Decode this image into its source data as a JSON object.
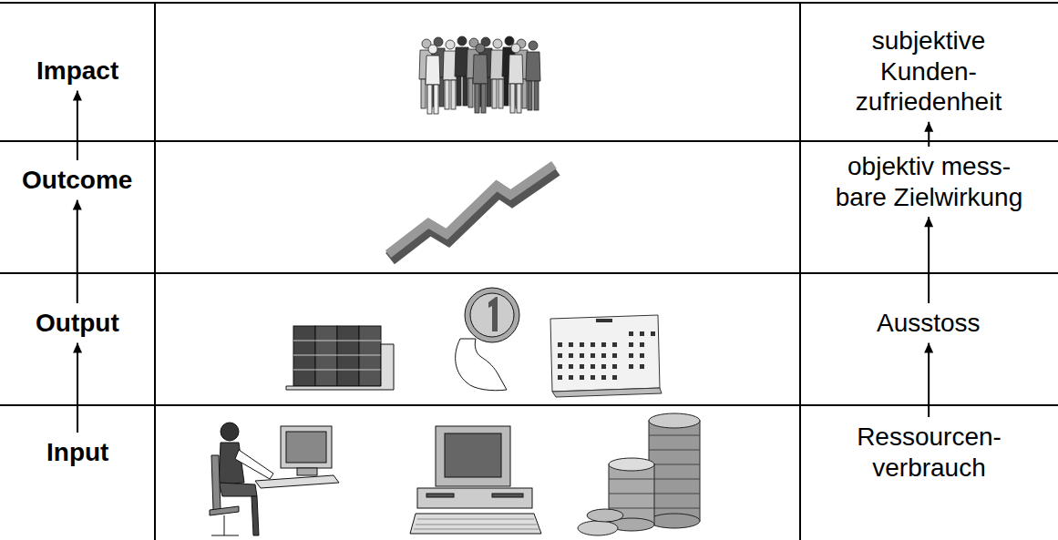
{
  "diagram": {
    "nodes": [
      {
        "text": [
          "Impact"
        ]
      },
      {
        "text": [
          "subjektive Kunden- zufriedenheit"
        ]
      },
      {
        "text": [
          "Outcome"
        ]
      },
      {
        "text": [
          "objektiv mess- bare Zielwirkung"
        ]
      },
      {
        "text": [
          "Output"
        ]
      },
      {
        "text": [
          "Ausstoss"
        ]
      },
      {
        "text": [
          "Input"
        ]
      },
      {
        "text": [
          "Ressourcen- verbrauch"
        ]
      }
    ],
    "edges": [
      {
        "from": 6,
        "to": 4,
        "arrow": "to"
      },
      {
        "from": 4,
        "to": 2,
        "arrow": "to"
      },
      {
        "from": 2,
        "to": 0,
        "arrow": "to"
      },
      {
        "from": 7,
        "to": 5,
        "arrow": "to"
      },
      {
        "from": 5,
        "to": 3,
        "arrow": "to"
      },
      {
        "from": 3,
        "to": 1,
        "arrow": "to"
      }
    ]
  }
}
